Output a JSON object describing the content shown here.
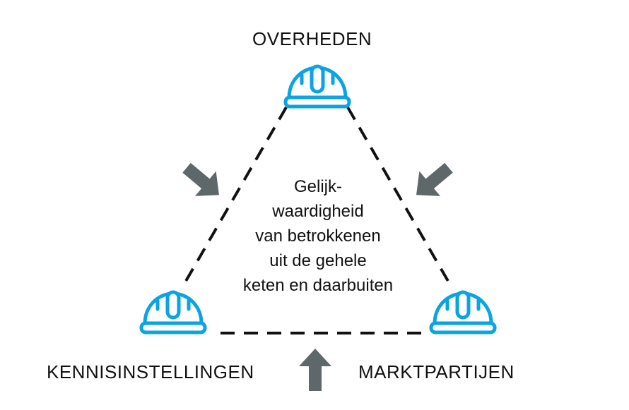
{
  "labels": {
    "top": "OVERHEDEN",
    "bottom_left": "KENNISINSTELLINGEN",
    "bottom_right": "MARKTPARTIJEN"
  },
  "center_text": [
    "Gelijk-",
    "waardigheid",
    "van betrokkenen",
    "uit de gehele",
    "keten en daarbuiten"
  ],
  "icons": {
    "node": "hard-hat-icon",
    "arrow": "arrow-icon"
  },
  "colors": {
    "helmet": "#0aa3e3",
    "arrow": "#5e6769",
    "line": "#111111"
  }
}
